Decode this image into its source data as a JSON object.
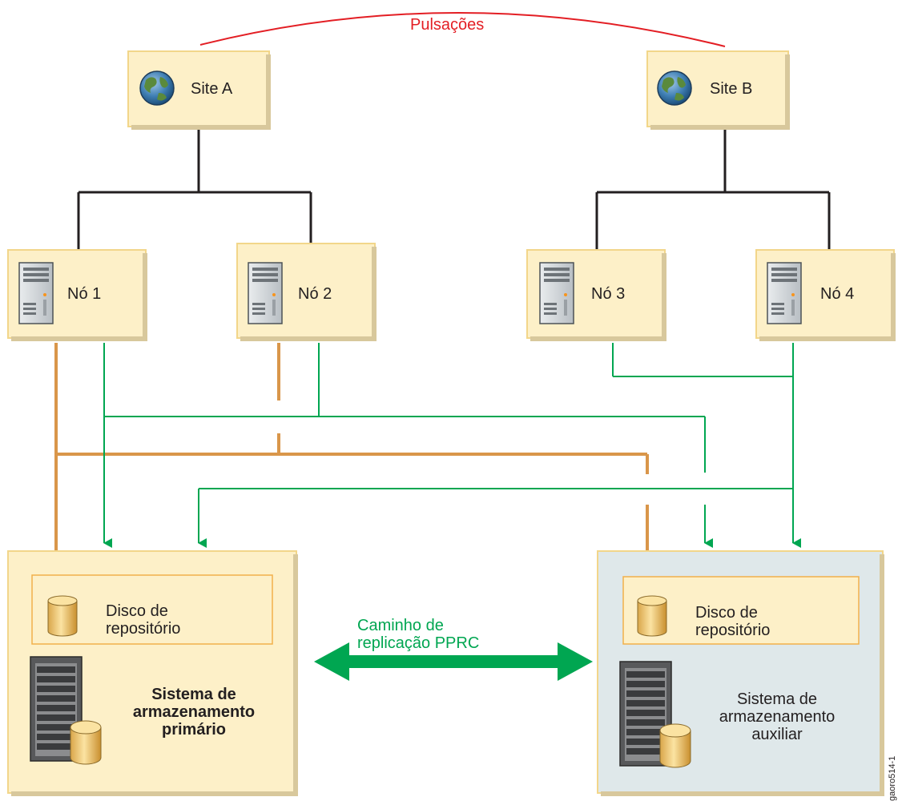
{
  "heartbeat_label": "Pulsações",
  "sites": [
    {
      "label": "Site A",
      "icon": "globe-icon"
    },
    {
      "label": "Site B",
      "icon": "globe-icon"
    }
  ],
  "nodes": [
    {
      "label": "Nó 1",
      "icon": "server-tower-icon"
    },
    {
      "label": "Nó 2",
      "icon": "server-tower-icon"
    },
    {
      "label": "Nó 3",
      "icon": "server-tower-icon"
    },
    {
      "label": "Nó 4",
      "icon": "server-tower-icon"
    }
  ],
  "storage_primary": {
    "disk_label_line1": "Disco de",
    "disk_label_line2": "repositório",
    "system_line1": "Sistema de",
    "system_line2": "armazenamento",
    "system_line3": "primário"
  },
  "storage_auxiliary": {
    "disk_label_line1": "Disco de",
    "disk_label_line2": "repositório",
    "system_line1": "Sistema de",
    "system_line2": "armazenamento",
    "system_line3": "auxiliar"
  },
  "replication_label_line1": "Caminho de",
  "replication_label_line2": "replicação PPRC",
  "figure_id": "gaoro514-1",
  "colors": {
    "box_fill": "#fdf0c8",
    "box_border": "#f2d68a",
    "aux_fill": "#dfe8ea",
    "orange_path": "#d9964a",
    "green_path": "#00a651",
    "heartbeat": "#e31e24"
  }
}
